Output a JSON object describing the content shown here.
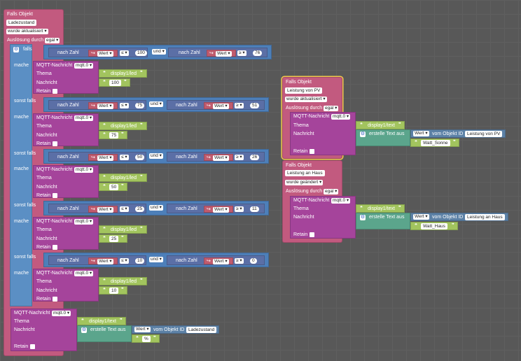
{
  "labels": {
    "falls_objekt": "Falls Objekt",
    "wurde_aktualisiert": "wurde aktualisiert",
    "wurde_geaendert": "wurde geändert",
    "ausloesung_durch": "Auslösung durch",
    "egal": "egal",
    "falls": "falls",
    "mache": "mache",
    "sonst_falls": "sonst falls",
    "mqtt_nachricht": "MQTT-Nachricht",
    "mqtt_instance": "mqtt.0",
    "thema": "Thema",
    "nachricht": "Nachricht",
    "retain": "Retain",
    "nach_zahl": "nach Zahl",
    "wert": "Wert",
    "und": "und",
    "lte": "≤",
    "gte": "≥",
    "arrow": "↪",
    "erstelle_text_aus": "erstelle Text aus",
    "vom_objekt_id": "vom Objekt ID",
    "topic_led": "display1/led",
    "topic_text": "display1/text",
    "percent": "%"
  },
  "blocks": {
    "ladezustand": {
      "object": "Ladezustand",
      "conditions": [
        {
          "upper": "100",
          "lower": "76",
          "value": "100"
        },
        {
          "upper": "75",
          "lower": "51",
          "value": "75"
        },
        {
          "upper": "50",
          "lower": "26",
          "value": "50"
        },
        {
          "upper": "25",
          "lower": "11",
          "value": "25"
        },
        {
          "upper": "10",
          "lower": "0",
          "value": "10"
        }
      ]
    },
    "pv": {
      "object": "Leistung von PV",
      "suffix": "Watt_Sonne"
    },
    "haus": {
      "object": "Leistung an Haus",
      "suffix": "Watt_Haus"
    }
  },
  "colors": {
    "event": "#c25a7f",
    "control": "#5b8fc4",
    "mqtt": "#a5449b",
    "text": "#a2c45e",
    "join": "#5ba58c",
    "selected": "#f2c94c"
  }
}
